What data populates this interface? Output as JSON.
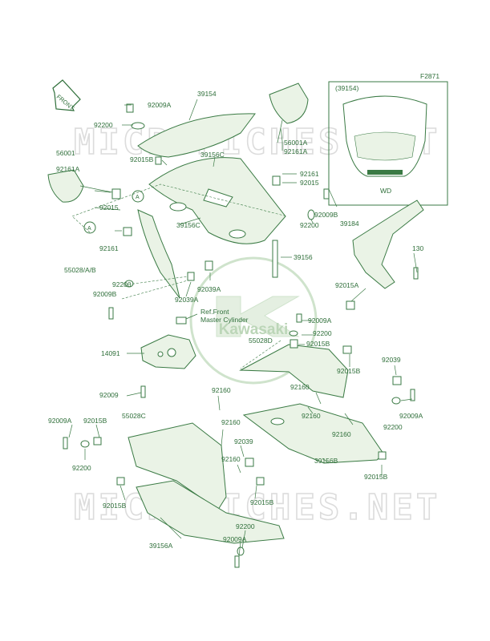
{
  "figure_code": "F2871",
  "watermark": {
    "text_top": "MICROFICHES.NET",
    "text_bottom": "MICROFICHES.NET",
    "brand": "Kawasaki"
  },
  "front_arrow": "FRONT",
  "inset": {
    "title": "(39154)",
    "label": "WD"
  },
  "callout_letter": "A",
  "ref_note": {
    "line1": "Ref.Front",
    "line2": "Master Cylinder"
  },
  "labels": {
    "l39154": "39154",
    "l92009A_top": "92009A",
    "l92200_top": "92200",
    "l56001": "56001",
    "l92015B_top": "92015B",
    "l92161A_left": "92161A",
    "l56001A": "56001A",
    "l92161A_right": "92161A",
    "l39156C_a": "39156C",
    "l92161_right": "92161",
    "l92015_right": "92015",
    "l92015_left": "92015",
    "l92161_left": "92161",
    "l39156C_b": "39156C",
    "l92009B_r": "92009B",
    "l92200_r": "92200",
    "l39184": "39184",
    "l55028AB": "55028/A/B",
    "l39156": "39156",
    "l130": "130",
    "l92200_left": "92200",
    "l92009B_left": "92009B",
    "l92039A_a": "92039A",
    "l92039A_b": "92039A",
    "l92015A": "92015A",
    "l92009A_mid": "92009A",
    "l92200_mid": "92200",
    "l92015B_mid": "92015B",
    "l55028D": "55028D",
    "l14091": "14091",
    "l92015B_r2": "92015B",
    "l92039_r": "92039",
    "l92009_left": "92009",
    "l92160_a": "92160",
    "l92160_b": "92160",
    "l92160_c": "92160",
    "l92009A_r": "92009A",
    "l92160_d": "92160",
    "l92200_r2": "92200",
    "l92009A_bl": "92009A",
    "l92015B_bl": "92015B",
    "l55028C": "55028C",
    "l92160_e": "92160",
    "l92039_mid": "92039",
    "l92200_bl": "92200",
    "l92160_f": "92160",
    "l39156B": "39156B",
    "l92015B_br": "92015B",
    "l92015B_bottom": "92015B",
    "l92015B_mid2": "92015B",
    "l92200_bottom": "92200",
    "l92009A_bottom": "92009A",
    "l39156A": "39156A"
  },
  "colors": {
    "line": "#3a7a44",
    "label": "#2f6f3a",
    "part_fill": "#eaf3e6",
    "watermark": "#dcdcdc",
    "logo_ring": "#cfe3cc"
  }
}
